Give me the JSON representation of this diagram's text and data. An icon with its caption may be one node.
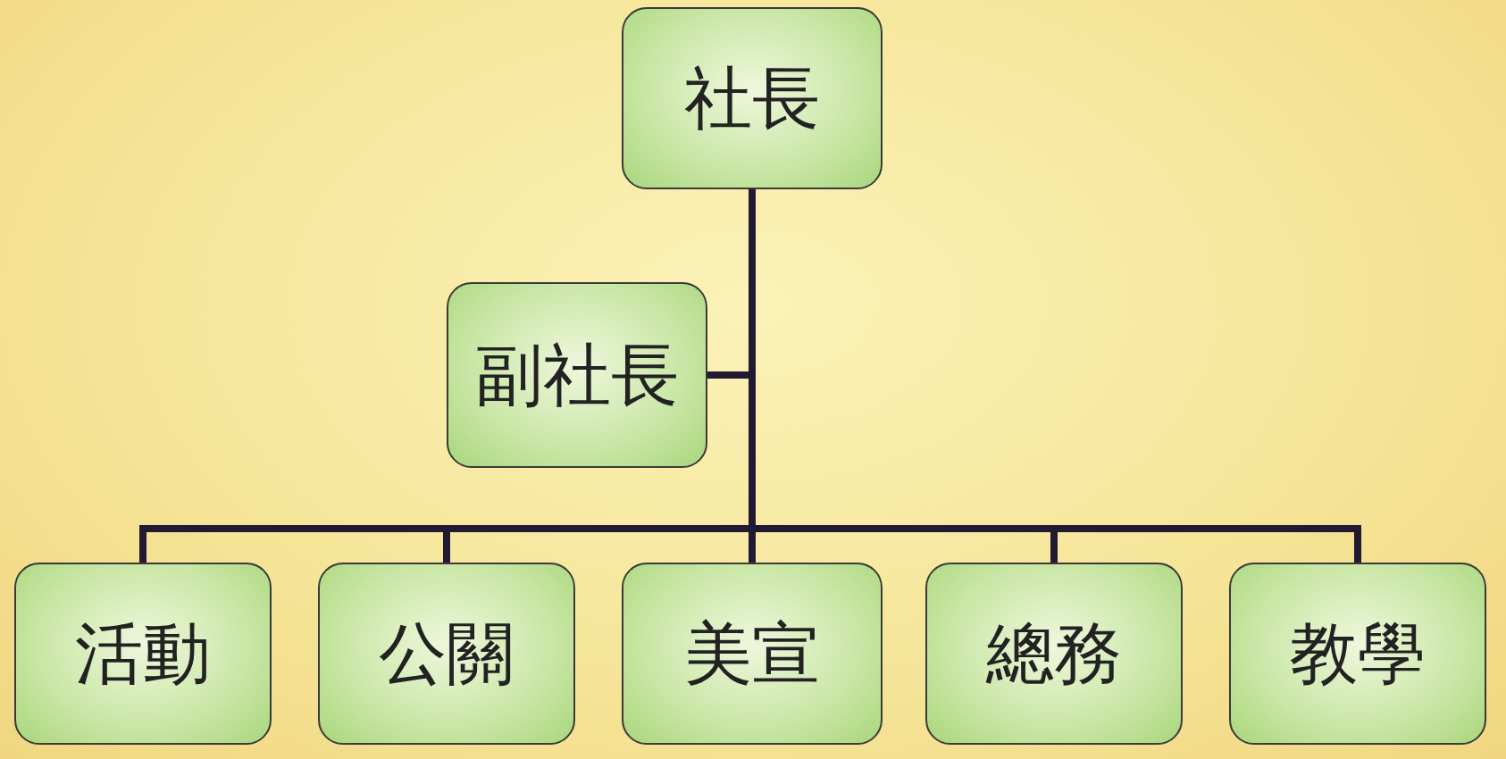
{
  "diagram": {
    "nodes": [
      {
        "text": [
          "社長"
        ]
      },
      {
        "text": [
          "副社長"
        ]
      },
      {
        "text": [
          "活動"
        ]
      },
      {
        "text": [
          "公關"
        ]
      },
      {
        "text": [
          "美宣"
        ]
      },
      {
        "text": [
          "總務"
        ]
      },
      {
        "text": [
          "教學"
        ]
      }
    ],
    "edges": [
      {
        "from": 0,
        "to": 1,
        "arrow": "none"
      },
      {
        "from": 0,
        "to": 2,
        "arrow": "none"
      },
      {
        "from": 0,
        "to": 3,
        "arrow": "none"
      },
      {
        "from": 0,
        "to": 4,
        "arrow": "none"
      },
      {
        "from": 0,
        "to": 5,
        "arrow": "none"
      },
      {
        "from": 0,
        "to": 6,
        "arrow": "none"
      }
    ]
  }
}
